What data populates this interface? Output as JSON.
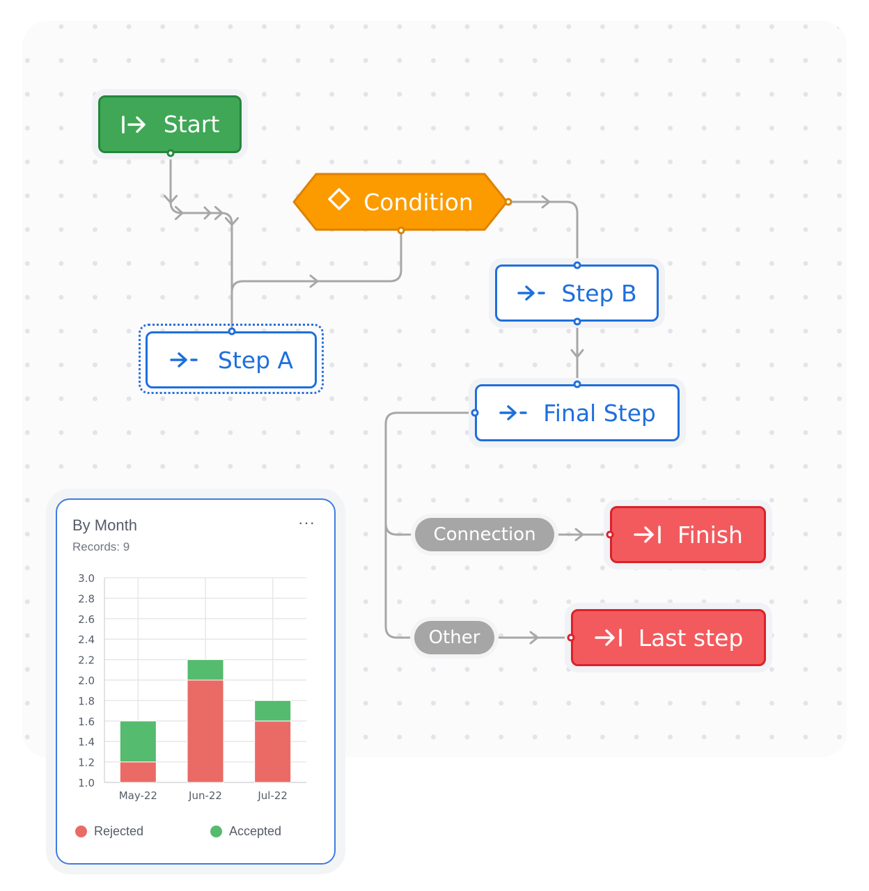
{
  "nodes": {
    "start": {
      "label": "Start"
    },
    "condition": {
      "label": "Condition"
    },
    "step_a": {
      "label": "Step A"
    },
    "step_b": {
      "label": "Step B"
    },
    "final_step": {
      "label": "Final Step"
    },
    "finish": {
      "label": "Finish"
    },
    "last_step": {
      "label": "Last step"
    }
  },
  "connections": {
    "connection": {
      "label": "Connection"
    },
    "other": {
      "label": "Other"
    }
  },
  "colors": {
    "start_green": "#3fa756",
    "condition_orange": "#fb9b00",
    "step_blue": "#1e6fdc",
    "end_red": "#f35a5d",
    "wire_gray": "#a7a7a7"
  },
  "card": {
    "title": "By Month",
    "records": "Records: 9",
    "menu": "···"
  },
  "chart_data": {
    "type": "bar",
    "stacked": true,
    "categories": [
      "May-22",
      "Jun-22",
      "Jul-22"
    ],
    "series": [
      {
        "name": "Rejected",
        "base": [
          1.0,
          1.0,
          1.0
        ],
        "values": [
          0.2,
          1.0,
          0.6
        ],
        "color": "#ea6a65"
      },
      {
        "name": "Accepted",
        "values": [
          0.4,
          0.2,
          0.2
        ],
        "color": "#55bb6e"
      }
    ],
    "ylim": [
      1.0,
      3.0
    ],
    "yticks": [
      "1.0",
      "1.2",
      "1.4",
      "1.6",
      "1.8",
      "2.0",
      "2.2",
      "2.4",
      "2.6",
      "2.8",
      "3.0"
    ],
    "grid": true,
    "legend_position": "bottom"
  }
}
